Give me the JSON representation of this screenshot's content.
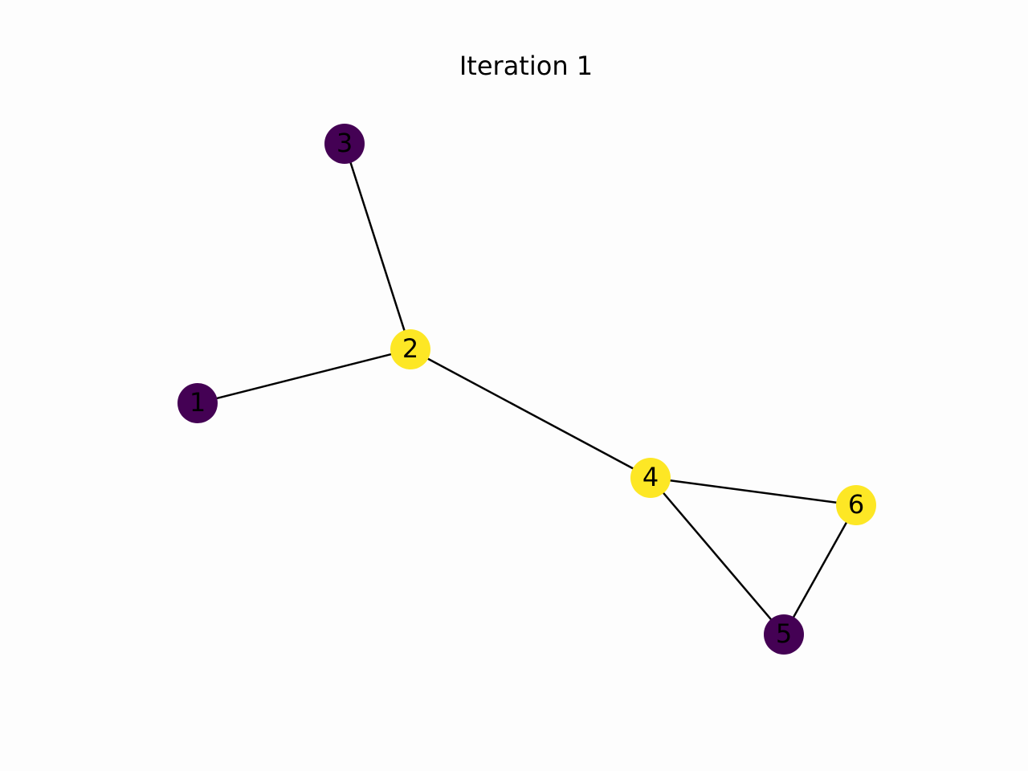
{
  "title": "Iteration 1",
  "colors": {
    "dark": "#440154",
    "light": "#fde725",
    "edge": "#000000",
    "background": "#fdfdfd"
  },
  "nodes": [
    {
      "id": "1",
      "label": "1",
      "state": "dark"
    },
    {
      "id": "2",
      "label": "2",
      "state": "light"
    },
    {
      "id": "3",
      "label": "3",
      "state": "dark"
    },
    {
      "id": "4",
      "label": "4",
      "state": "light"
    },
    {
      "id": "5",
      "label": "5",
      "state": "dark"
    },
    {
      "id": "6",
      "label": "6",
      "state": "light"
    }
  ],
  "edges": [
    [
      "1",
      "2"
    ],
    [
      "2",
      "3"
    ],
    [
      "2",
      "4"
    ],
    [
      "4",
      "6"
    ],
    [
      "4",
      "5"
    ],
    [
      "5",
      "6"
    ]
  ]
}
